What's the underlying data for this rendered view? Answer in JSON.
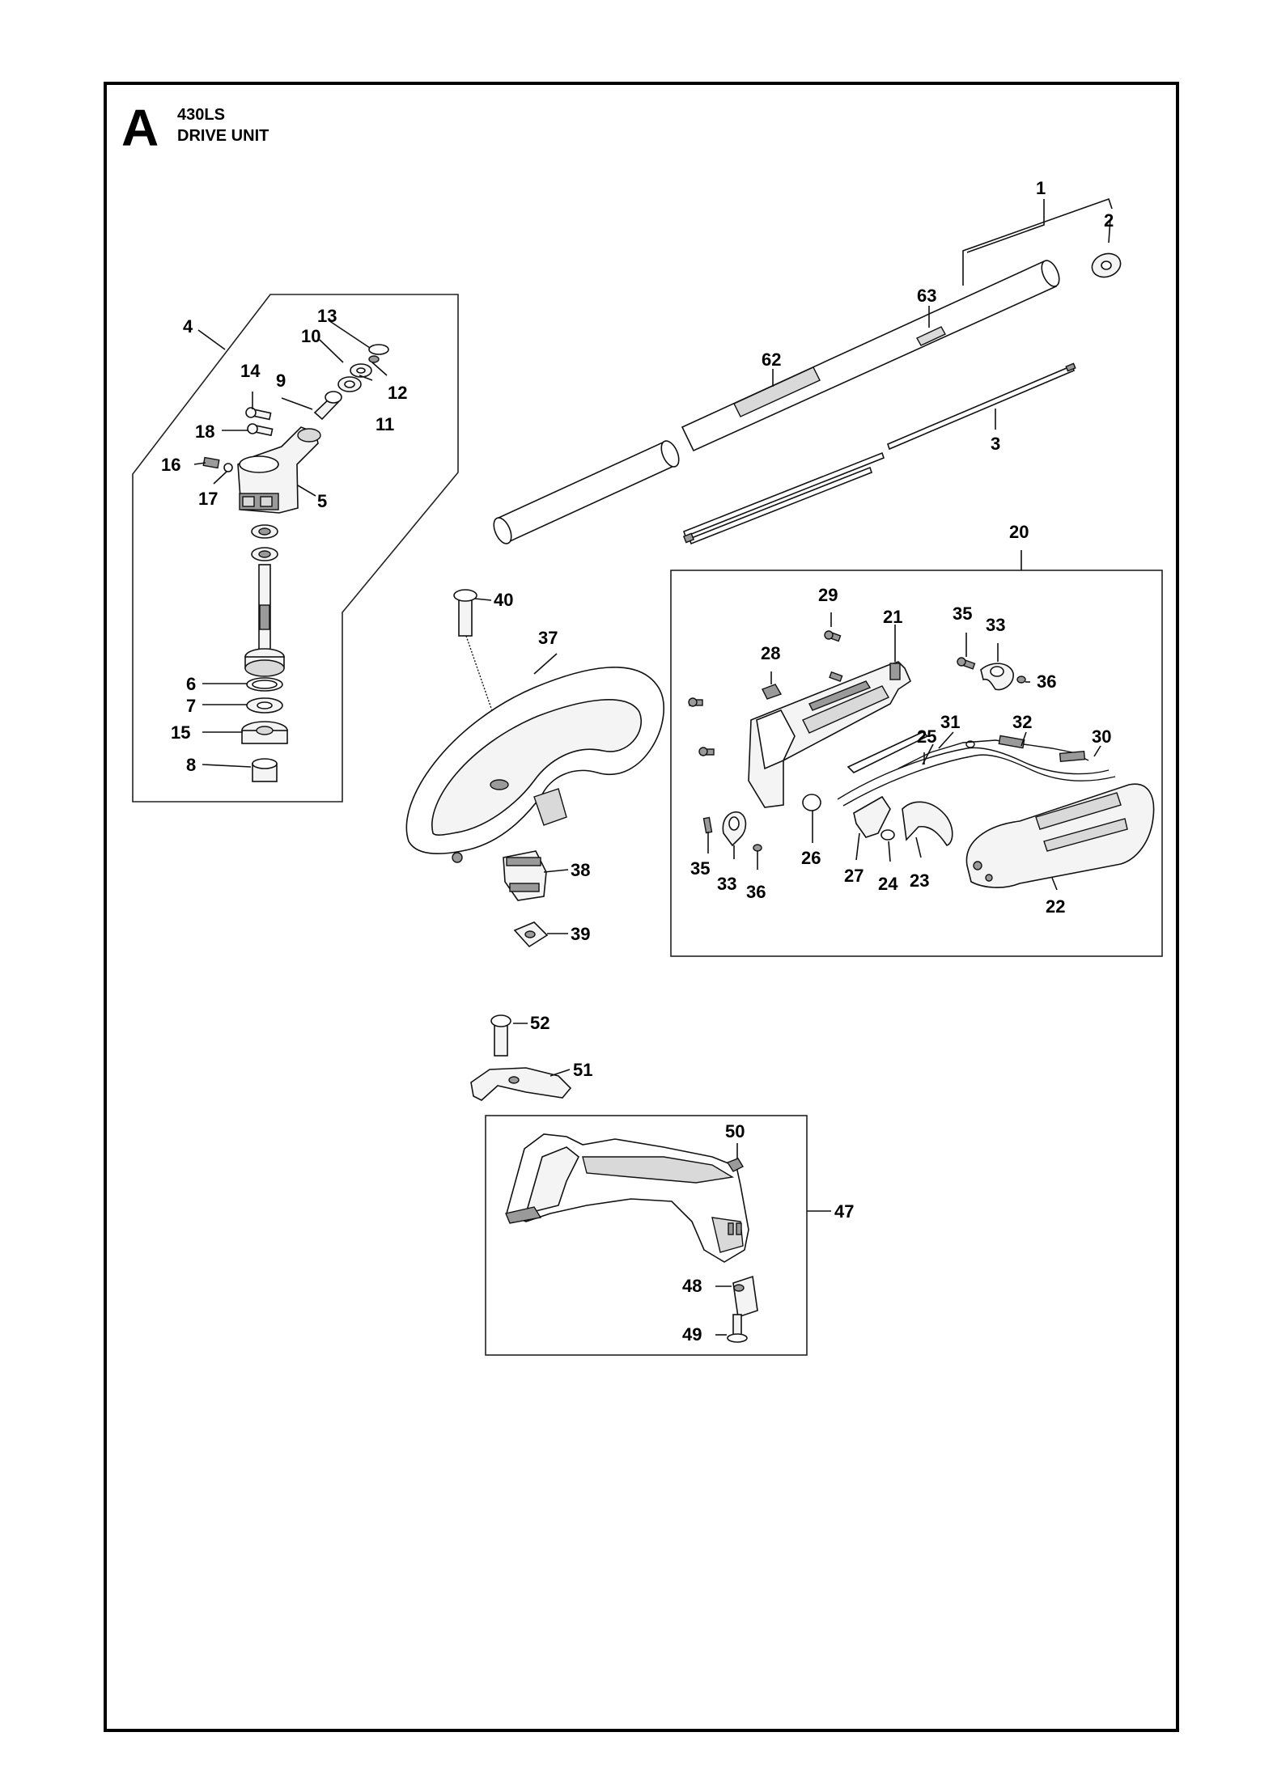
{
  "header": {
    "section_letter": "A",
    "model": "430LS",
    "title": "DRIVE UNIT"
  },
  "callouts": {
    "c1": "1",
    "c2": "2",
    "c3": "3",
    "c4": "4",
    "c5": "5",
    "c6": "6",
    "c7": "7",
    "c8": "8",
    "c9": "9",
    "c10": "10",
    "c11": "11",
    "c12": "12",
    "c13": "13",
    "c14": "14",
    "c15": "15",
    "c16": "16",
    "c17": "17",
    "c18": "18",
    "c20": "20",
    "c21": "21",
    "c22": "22",
    "c23": "23",
    "c24": "24",
    "c25": "25",
    "c26": "26",
    "c27": "27",
    "c28": "28",
    "c29": "29",
    "c30": "30",
    "c31": "31",
    "c32": "32",
    "c33a": "33",
    "c33b": "33",
    "c35a": "35",
    "c35b": "35",
    "c36a": "36",
    "c36b": "36",
    "c37": "37",
    "c38": "38",
    "c39": "39",
    "c40": "40",
    "c47": "47",
    "c48": "48",
    "c49": "49",
    "c50": "50",
    "c51": "51",
    "c52": "52",
    "c62": "62",
    "c63": "63"
  }
}
